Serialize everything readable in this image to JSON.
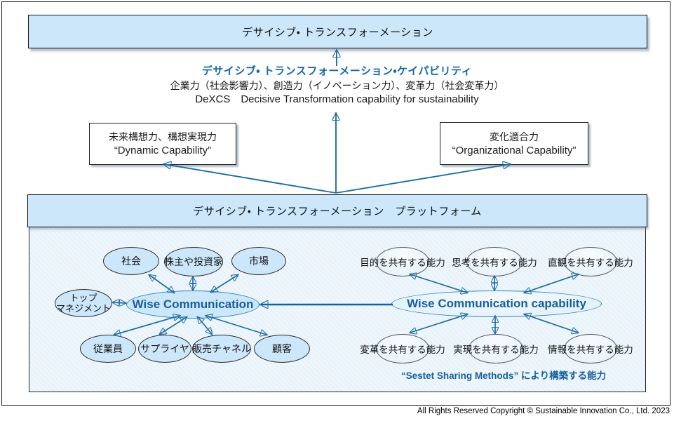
{
  "top_banner": {
    "label": "デサイシブ・ トランスフォーメーション"
  },
  "capability": {
    "title": "デサイシブ・ トランスフォーメーション・ケイパビリティ",
    "subtitle": "企業力（社会影響力）、創造力（イノベーション力）、変革力（社会変革力）",
    "subtitle_en": "DeXCS　Decisive Transformation capability for sustainability"
  },
  "side_boxes": {
    "left": {
      "line1": "未来構想力、構想実現力",
      "line2": "“Dynamic Capability”"
    },
    "right": {
      "line1": "変化適合力",
      "line2": "“Organizational Capability”"
    }
  },
  "platform": {
    "title": "デサイシブ・ トランスフォーメーション　プラットフォーム",
    "left_cluster": {
      "center_label": "Wise Communication",
      "top_row": [
        "社会",
        "株主や投資家",
        "市場"
      ],
      "left_node_line1": "トップ",
      "left_node_line2": "マネジメント",
      "bottom_row": [
        "従業員",
        "サプライヤ",
        "販売チャネル",
        "顧客"
      ]
    },
    "right_cluster": {
      "center_label": "Wise Communication capability",
      "top_row": [
        "目的を共有する能力",
        "思考を共有する能力",
        "直観を共有する能力"
      ],
      "bottom_row": [
        "変革を共有する能力",
        "実現を共有する能力",
        "情報を共有する能力"
      ],
      "note": "“Sestet Sharing Methods” により構築する能力"
    }
  },
  "footer": {
    "copyright": "All Rights Reserved Copyright © Sustainable Innovation Co., Ltd. 2023"
  },
  "colors": {
    "accent_blue": "#1268a8",
    "arrow_blue": "#1d6ca3",
    "deep_blue": "#155f9b",
    "box_fill": "#cde7fa",
    "panel_fill": "#eef6fc"
  }
}
